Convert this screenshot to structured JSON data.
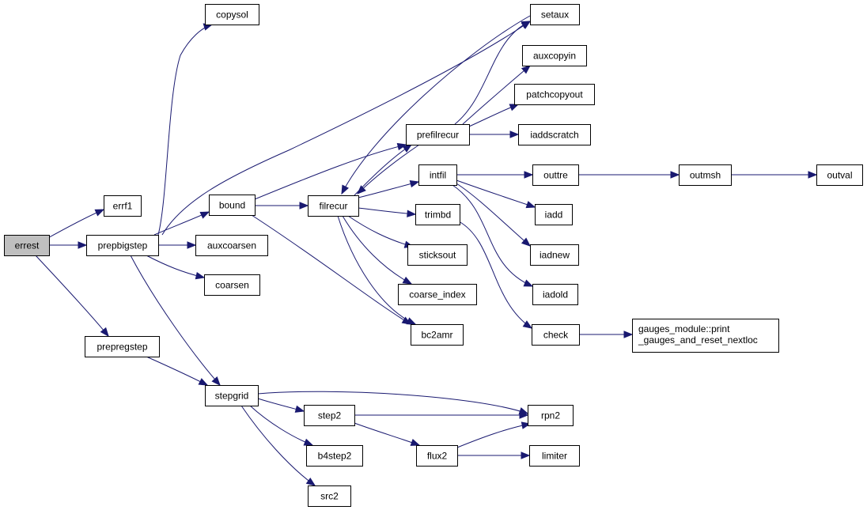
{
  "colors": {
    "node_fill": "#ffffff",
    "root_fill": "#bfbfbf",
    "edge": "#191970",
    "border": "#000000"
  },
  "nodes": {
    "errest": "errest",
    "errf1": "errf1",
    "prepbigstep": "prepbigstep",
    "prepregstep": "prepregstep",
    "copysol": "copysol",
    "bound": "bound",
    "auxcoarsen": "auxcoarsen",
    "coarsen": "coarsen",
    "stepgrid": "stepgrid",
    "filrecur": "filrecur",
    "bc2amr": "bc2amr",
    "prefilrecur": "prefilrecur",
    "intfil": "intfil",
    "trimbd": "trimbd",
    "sticksout": "sticksout",
    "coarse_index": "coarse_index",
    "setaux": "setaux",
    "auxcopyin": "auxcopyin",
    "patchcopyout": "patchcopyout",
    "iaddscratch": "iaddscratch",
    "outtre": "outtre",
    "outmsh": "outmsh",
    "outval": "outval",
    "iadd": "iadd",
    "iadnew": "iadnew",
    "iadold": "iadold",
    "check": "check",
    "gauges": [
      "gauges_module::print",
      "_gauges_and_reset_nextloc"
    ],
    "step2": "step2",
    "b4step2": "b4step2",
    "src2": "src2",
    "rpn2": "rpn2",
    "flux2": "flux2",
    "limiter": "limiter"
  }
}
